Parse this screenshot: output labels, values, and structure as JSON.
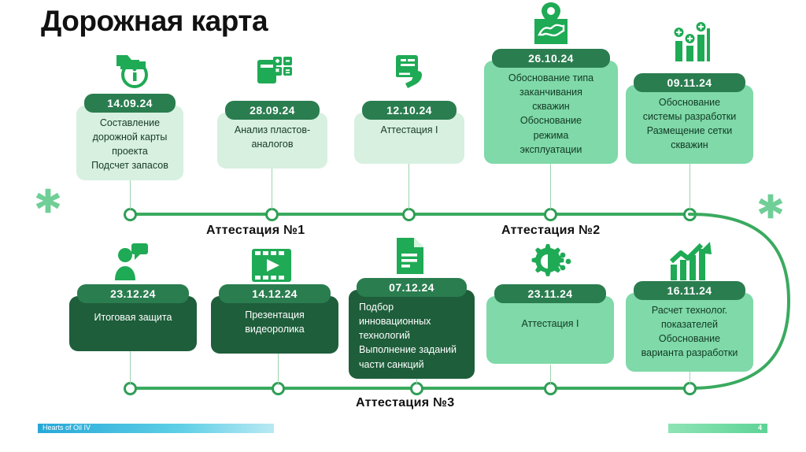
{
  "page_title": "Дорожная карта",
  "colors": {
    "rail": "#3aaa5f",
    "node_stroke": "#2f9e55",
    "date_chip": "#2a7d4f",
    "card_pale": "#d7f0e0",
    "card_mint": "#7fd9a8",
    "card_dark": "#1e5e3b",
    "icon_green": "#1faa55",
    "star": "#6fcf97",
    "footer_left": "#26a8d8",
    "footer_right": "#6bd9a0"
  },
  "rails": {
    "top_label": "Аттестация №1",
    "top_label_2": "Аттестация №2",
    "bottom_label": "Аттестация №3"
  },
  "cards_top": [
    {
      "date": "14.09.24",
      "lines": "Составление\nдорожной карты\nпроекта\nПодсчет запасов",
      "icon": "folder-info-icon",
      "tone": "pale"
    },
    {
      "date": "28.09.24",
      "lines": "Анализ пластов-\nаналогов",
      "icon": "calculator-icon",
      "tone": "pale"
    },
    {
      "date": "12.10.24",
      "lines": "Аттестация I",
      "icon": "document-hand-icon",
      "tone": "pale"
    },
    {
      "date": "26.10.24",
      "lines": "Обоснование типа\nзаканчивания\nскважин\nОбоснование\nрежима\nэксплуатации",
      "icon": "map-pin-icon",
      "tone": "mint"
    },
    {
      "date": "09.11.24",
      "lines": "Обоснование\nсистемы разработки\nРазмещение сетки\nскважин",
      "icon": "bar-chart-plus-icon",
      "tone": "mint"
    }
  ],
  "cards_bottom": [
    {
      "date": "23.12.24",
      "lines": "Итоговая защита",
      "icon": "person-speech-icon",
      "tone": "dark"
    },
    {
      "date": "14.12.24",
      "lines": "Презентация\nвидеоролика",
      "icon": "video-film-icon",
      "tone": "dark"
    },
    {
      "date": "07.12.24",
      "lines": "Подбор\nинновационных\nтехнологий\nВыполнение заданий\nчасти санкций",
      "icon": "document-lines-icon",
      "tone": "dark"
    },
    {
      "date": "23.11.24",
      "lines": "Аттестация I",
      "icon": "gear-tech-icon",
      "tone": "mint"
    },
    {
      "date": "16.11.24",
      "lines": "Расчет технолог.\nпоказателей\nОбоснование\nварианта разработки",
      "icon": "growth-chart-icon",
      "tone": "mint"
    }
  ],
  "footer": {
    "left_text": "Hearts of Oil IV",
    "page_number": "4"
  }
}
